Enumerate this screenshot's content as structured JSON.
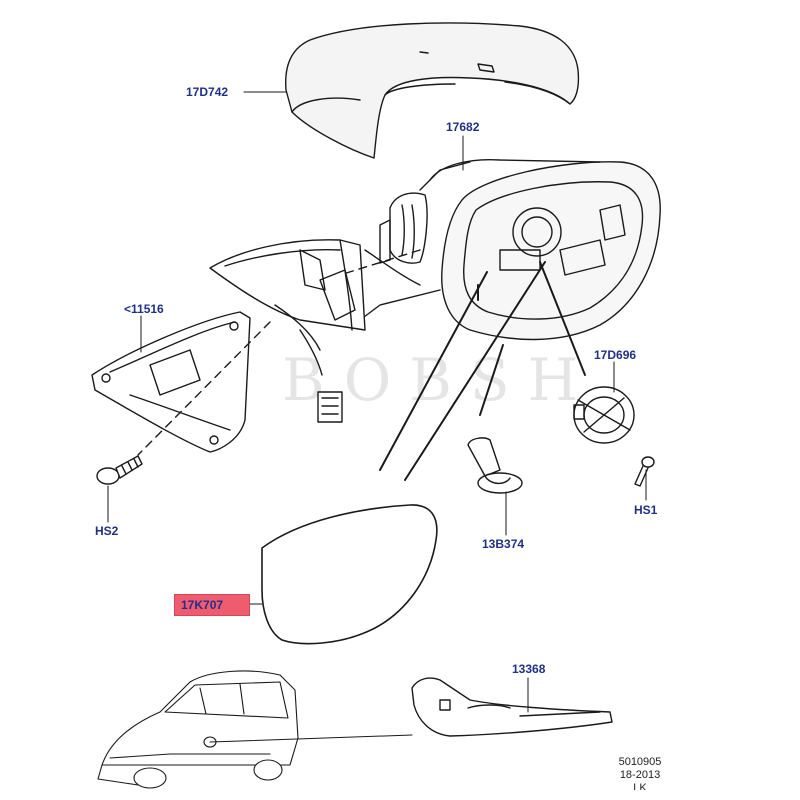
{
  "parts": {
    "mirror_cover": "17D742",
    "mirror_housing": "17682",
    "bracket": "<11516",
    "motor": "17D696",
    "screw_left": "HS2",
    "screw_right": "HS1",
    "clip": "13B374",
    "mirror_glass": "17K707",
    "indicator": "13368"
  },
  "reference": {
    "drawing_no": "5010905",
    "date": "18-2013",
    "region": "LK"
  },
  "watermark": "BOBSH",
  "colors": {
    "label": "#1f2f8f",
    "highlight": "#ef5c6f"
  }
}
